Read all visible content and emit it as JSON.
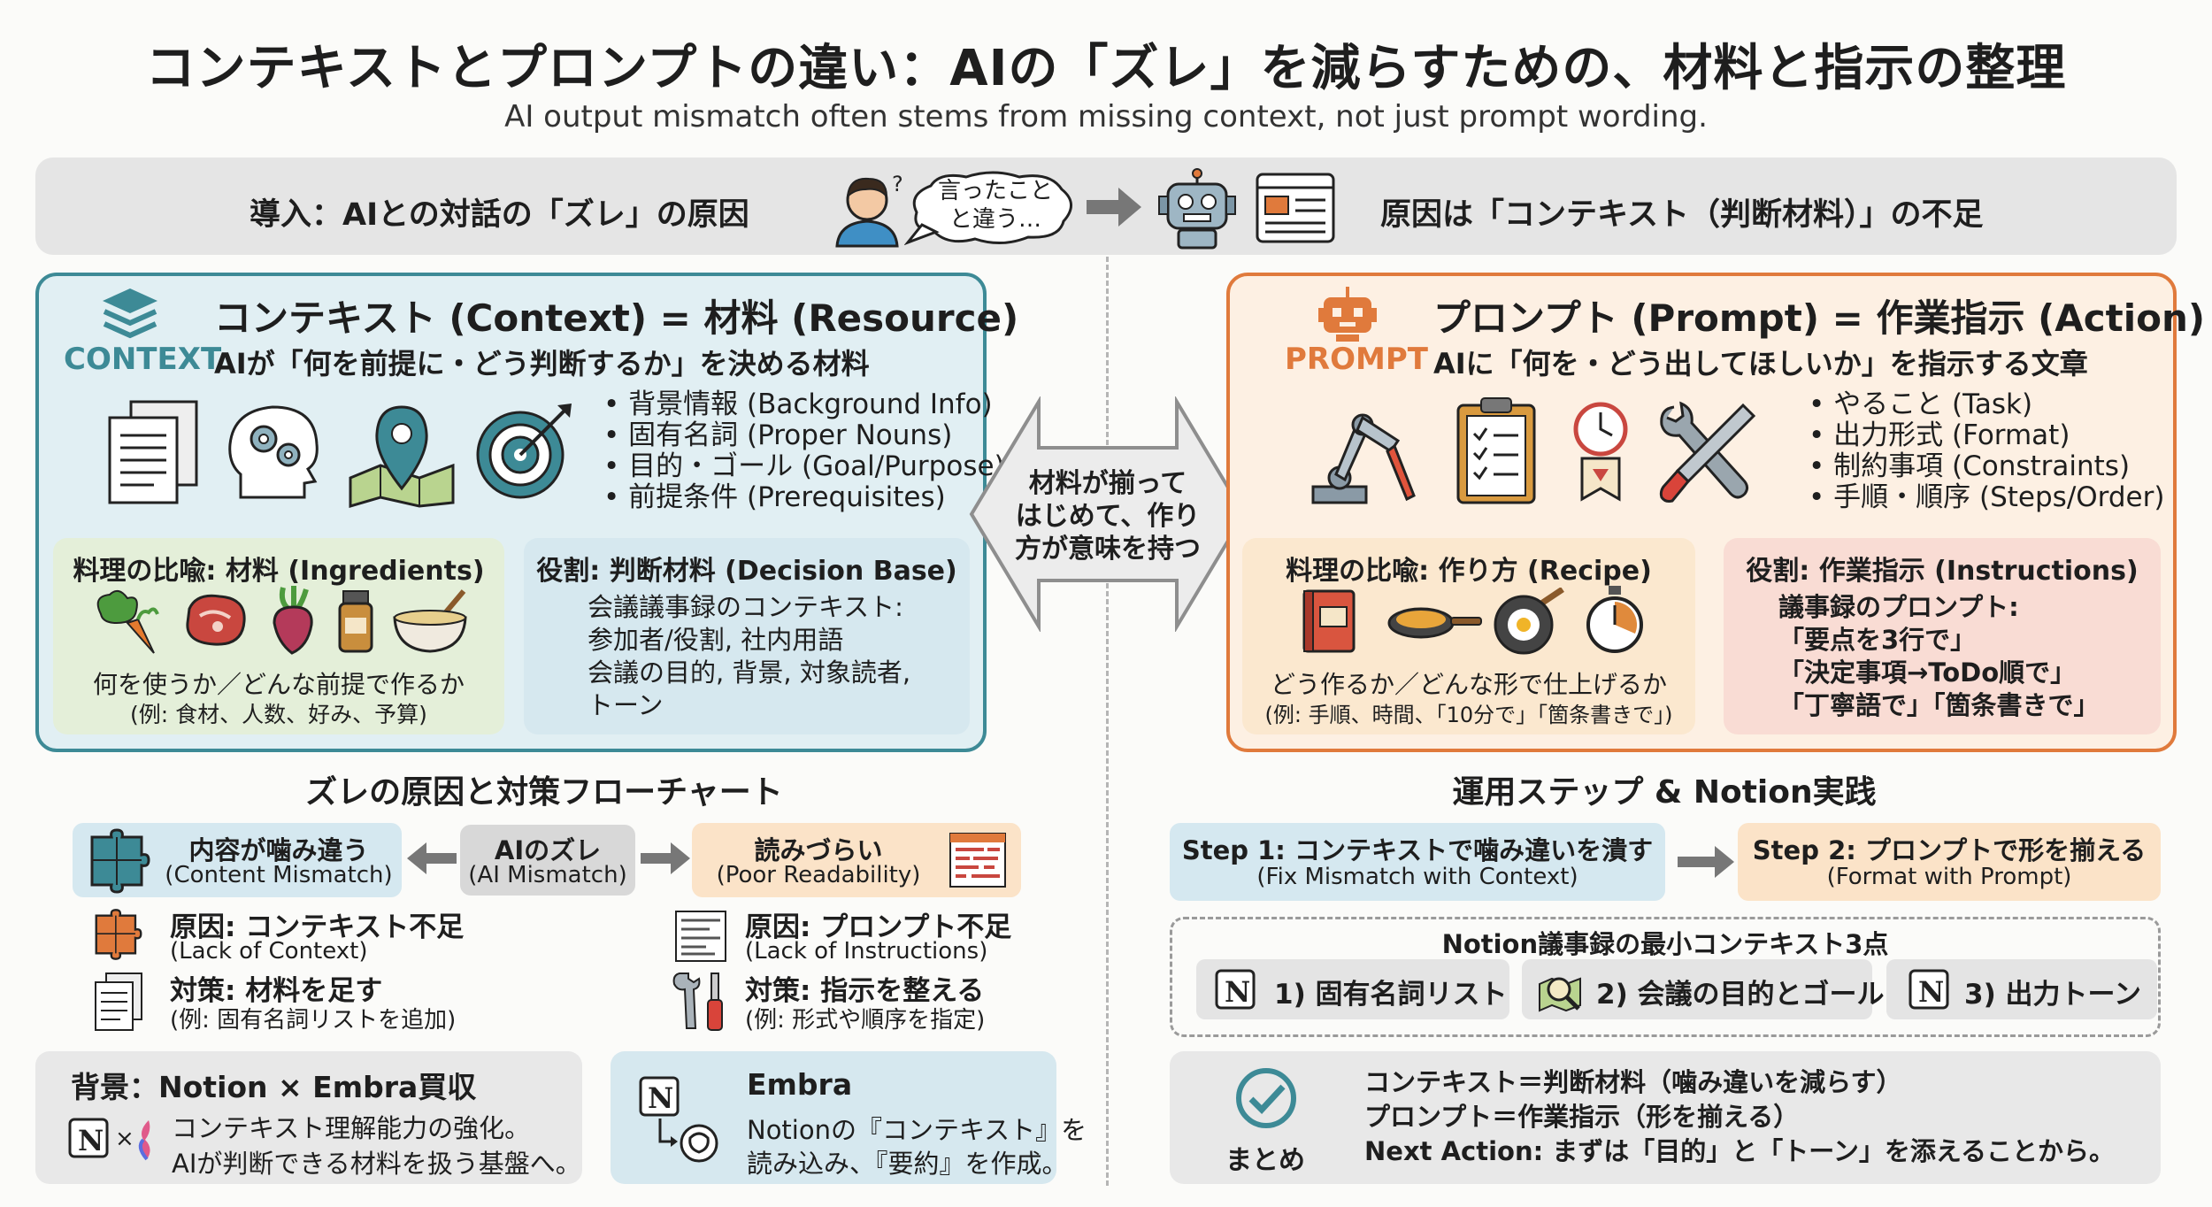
{
  "colors": {
    "context_accent": "#3d8a96",
    "context_bg": "#e1eff3",
    "prompt_accent": "#e07a3c",
    "prompt_bg": "#fdf0e3",
    "ingredient_bg": "#e4efd9",
    "decision_bg": "#d6e8ef",
    "recipe_bg": "#fbe8cf",
    "instruction_bg": "#f9dcd4"
  },
  "header": {
    "title": "コンテキストとプロンプトの違い：AIの「ズレ」を減らすための、材料と指示の整理",
    "subtitle": "AI output mismatch often stems from missing context, not just prompt wording."
  },
  "intro": {
    "left": "導入：AIとの対話の「ズレ」の原因",
    "bubble": "言ったことと違う…",
    "right": "原因は「コンテキスト（判断材料）」の不足"
  },
  "context": {
    "badge": "CONTEXT",
    "title": "コンテキスト (Context) = 材料 (Resource)",
    "desc": "AIが「何を前提に・どう判断するか」を決める材料",
    "bullets": [
      "背景情報 (Background Info)",
      "固有名詞 (Proper Nouns)",
      "目的・ゴール (Goal/Purpose)",
      "前提条件 (Prerequisites)"
    ],
    "ingredients": {
      "title": "料理の比喩: 材料 (Ingredients)",
      "line1": "何を使うか／どんな前提で作るか",
      "line2": "(例: 食材、人数、好み、予算)"
    },
    "decision": {
      "title": "役割: 判断材料 (Decision Base)",
      "lines": [
        "会議議事録のコンテキスト:",
        "参加者/役割, 社内用語",
        "会議の目的, 背景, 対象読者,",
        "トーン"
      ]
    }
  },
  "center": {
    "arrow_text": [
      "材料が揃って",
      "はじめて、作り",
      "方が意味を持つ"
    ]
  },
  "prompt": {
    "badge": "PROMPT",
    "title": "プロンプト (Prompt) = 作業指示 (Action)",
    "desc": "AIに「何を・どう出してほしいか」を指示する文章",
    "bullets": [
      "やること (Task)",
      "出力形式 (Format)",
      "制約事項 (Constraints)",
      "手順・順序 (Steps/Order)"
    ],
    "recipe": {
      "title": "料理の比喩: 作り方 (Recipe)",
      "line1": "どう作るか／どんな形で仕上げるか",
      "line2": "(例: 手順、時間、「10分で」「箇条書きで」)"
    },
    "instructions": {
      "title": "役割: 作業指示 (Instructions)",
      "lines": [
        "議事録のプロンプト:",
        "「要点を3行で」",
        "「決定事項→ToDo順で」",
        "「丁寧語で」「箇条書きで」"
      ]
    }
  },
  "flow": {
    "title": "ズレの原因と対策フローチャート",
    "center": {
      "label": "AIのズレ",
      "sub": "(AI Mismatch)"
    },
    "left": {
      "label": "内容が噛み違う",
      "sub": "(Content Mismatch)",
      "cause": "原因: コンテキスト不足",
      "cause_sub": "(Lack of Context)",
      "fix": "対策: 材料を足す",
      "fix_sub": "(例: 固有名詞リストを追加)"
    },
    "right": {
      "label": "読みづらい",
      "sub": "(Poor Readability)",
      "cause": "原因: プロンプト不足",
      "cause_sub": "(Lack of Instructions)",
      "fix": "対策: 指示を整える",
      "fix_sub": "(例: 形式や順序を指定)"
    }
  },
  "background": {
    "title": "背景：Notion × Embra買収",
    "line1": "コンテキスト理解能力の強化。",
    "line2": "AIが判断できる材料を扱う基盤へ。"
  },
  "embra": {
    "title": "Embra",
    "line1": "Notionの『コンテキスト』を",
    "line2": "読み込み、『要約』を作成。"
  },
  "steps": {
    "title": "運用ステップ & Notion実践",
    "step1": {
      "label": "Step 1: コンテキストで噛み違いを潰す",
      "sub": "(Fix Mismatch with Context)"
    },
    "step2": {
      "label": "Step 2: プロンプトで形を揃える",
      "sub": "(Format with Prompt)"
    }
  },
  "notion": {
    "title": "Notion議事録の最小コンテキスト3点",
    "items": [
      "1) 固有名詞リスト",
      "2) 会議の目的とゴール",
      "3) 出力トーン"
    ]
  },
  "summary": {
    "label": "まとめ",
    "lines": [
      "コンテキスト＝判断材料（噛み違いを減らす）",
      "プロンプト＝作業指示（形を揃える）",
      "Next Action: まずは「目的」と「トーン」を添えることから。"
    ]
  }
}
